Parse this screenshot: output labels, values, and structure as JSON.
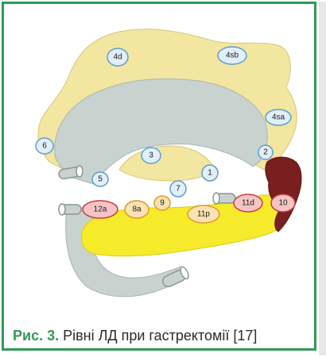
{
  "diagram": {
    "nodes": [
      {
        "id": "n-4d",
        "label": "4d",
        "kind": "blue"
      },
      {
        "id": "n-4sb",
        "label": "4sb",
        "kind": "blue"
      },
      {
        "id": "n-4sa",
        "label": "4sa",
        "kind": "blue"
      },
      {
        "id": "n-6",
        "label": "6",
        "kind": "blue"
      },
      {
        "id": "n-3",
        "label": "3",
        "kind": "blue"
      },
      {
        "id": "n-2",
        "label": "2",
        "kind": "blue"
      },
      {
        "id": "n-5",
        "label": "5",
        "kind": "blue"
      },
      {
        "id": "n-1",
        "label": "1",
        "kind": "blue"
      },
      {
        "id": "n-7",
        "label": "7",
        "kind": "blue"
      },
      {
        "id": "n-12a",
        "label": "12a",
        "kind": "red"
      },
      {
        "id": "n-8a",
        "label": "8a",
        "kind": "orange"
      },
      {
        "id": "n-9",
        "label": "9",
        "kind": "orange"
      },
      {
        "id": "n-11p",
        "label": "11p",
        "kind": "orange"
      },
      {
        "id": "n-11d",
        "label": "11d",
        "kind": "red"
      },
      {
        "id": "n-10",
        "label": "10",
        "kind": "red"
      }
    ],
    "colors": {
      "omentum": "#f2e6a0",
      "stomach": "#c8d3d0",
      "pancreas": "#f5eb2a",
      "spleen": "#7a1f1f",
      "blue_node_fill": "#e2eef8",
      "blue_node_stroke": "#5b9fd0",
      "red_node_fill": "#f5c5c5",
      "red_node_stroke": "#cc3b3b",
      "orange_node_fill": "#fbe3b4",
      "orange_node_stroke": "#e0982a"
    }
  },
  "caption": {
    "lead": "Рис. 3.",
    "text": " Рівні ЛД при гастректомії [17]"
  }
}
